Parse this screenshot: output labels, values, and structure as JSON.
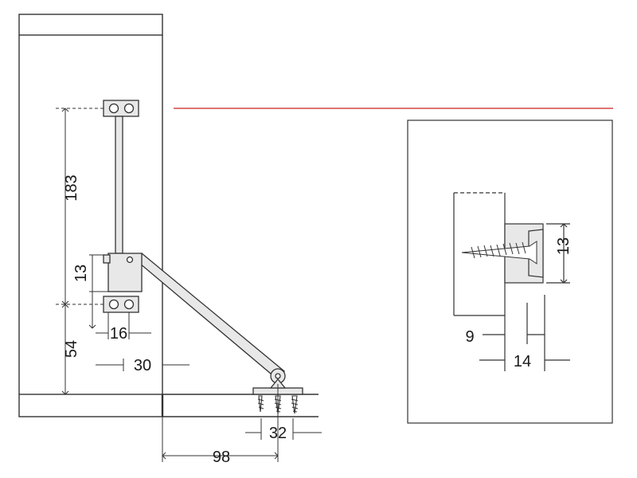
{
  "dimensions": {
    "stay_length": "183",
    "bracket_height": "13",
    "bracket_width": "16",
    "bottom_offset": "54",
    "cabinet_side_offset": "30",
    "base_plate_width": "32",
    "base_plate_distance": "98",
    "detail_depth": "9",
    "detail_width": "14",
    "detail_height": "13"
  },
  "colors": {
    "line": "#333333",
    "hardware_fill": "#e8e8e8",
    "red_separator": "#cc2222"
  }
}
